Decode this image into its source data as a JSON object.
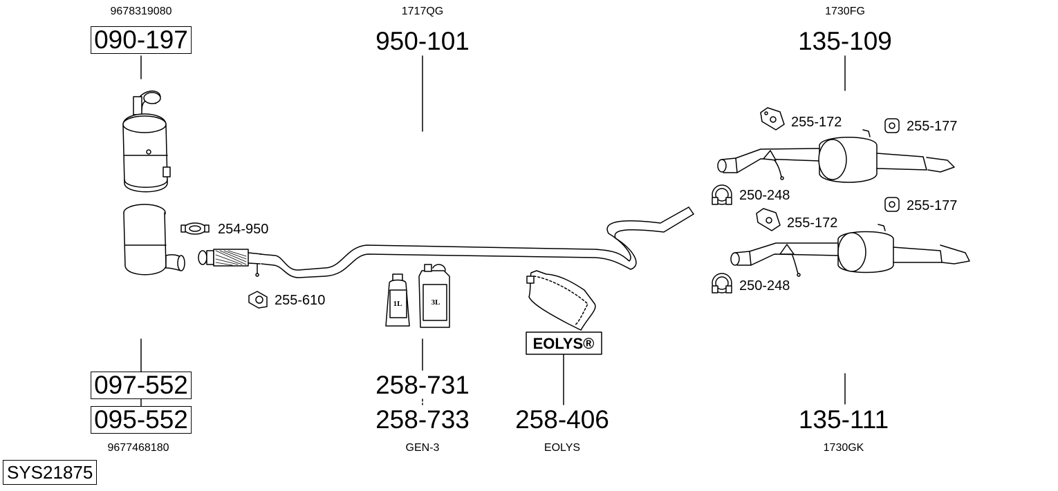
{
  "system_code": "SYS21875",
  "parts": {
    "cat_upper": {
      "oem": "9678319080",
      "number": "090-197"
    },
    "pipe": {
      "oem": "1717QG",
      "number": "950-101"
    },
    "rear_upper": {
      "oem": "1730FG",
      "number": "135-109"
    },
    "cat_lower_a": {
      "number": "097-552"
    },
    "cat_lower_b": {
      "number": "095-552",
      "oem": "9677468180"
    },
    "additive_1": {
      "number": "258-731"
    },
    "additive_2": {
      "number": "258-733",
      "note": "GEN-3"
    },
    "eolys_bag": {
      "number": "258-406",
      "note": "EOLYS"
    },
    "rear_lower": {
      "number": "135-111",
      "oem": "1730GK"
    }
  },
  "fittings": {
    "clamp_front": "254-950",
    "mount_front": "255-610",
    "bracket_upper": "255-172",
    "rubber_upper": "255-177",
    "clamp_upper": "250-248",
    "rubber_lower": "255-177",
    "bracket_lower": "255-172",
    "clamp_lower": "250-248"
  },
  "labels": {
    "bottle_1l": "1L",
    "can_3l": "3L",
    "eolys_logo": "EOLYS®"
  }
}
